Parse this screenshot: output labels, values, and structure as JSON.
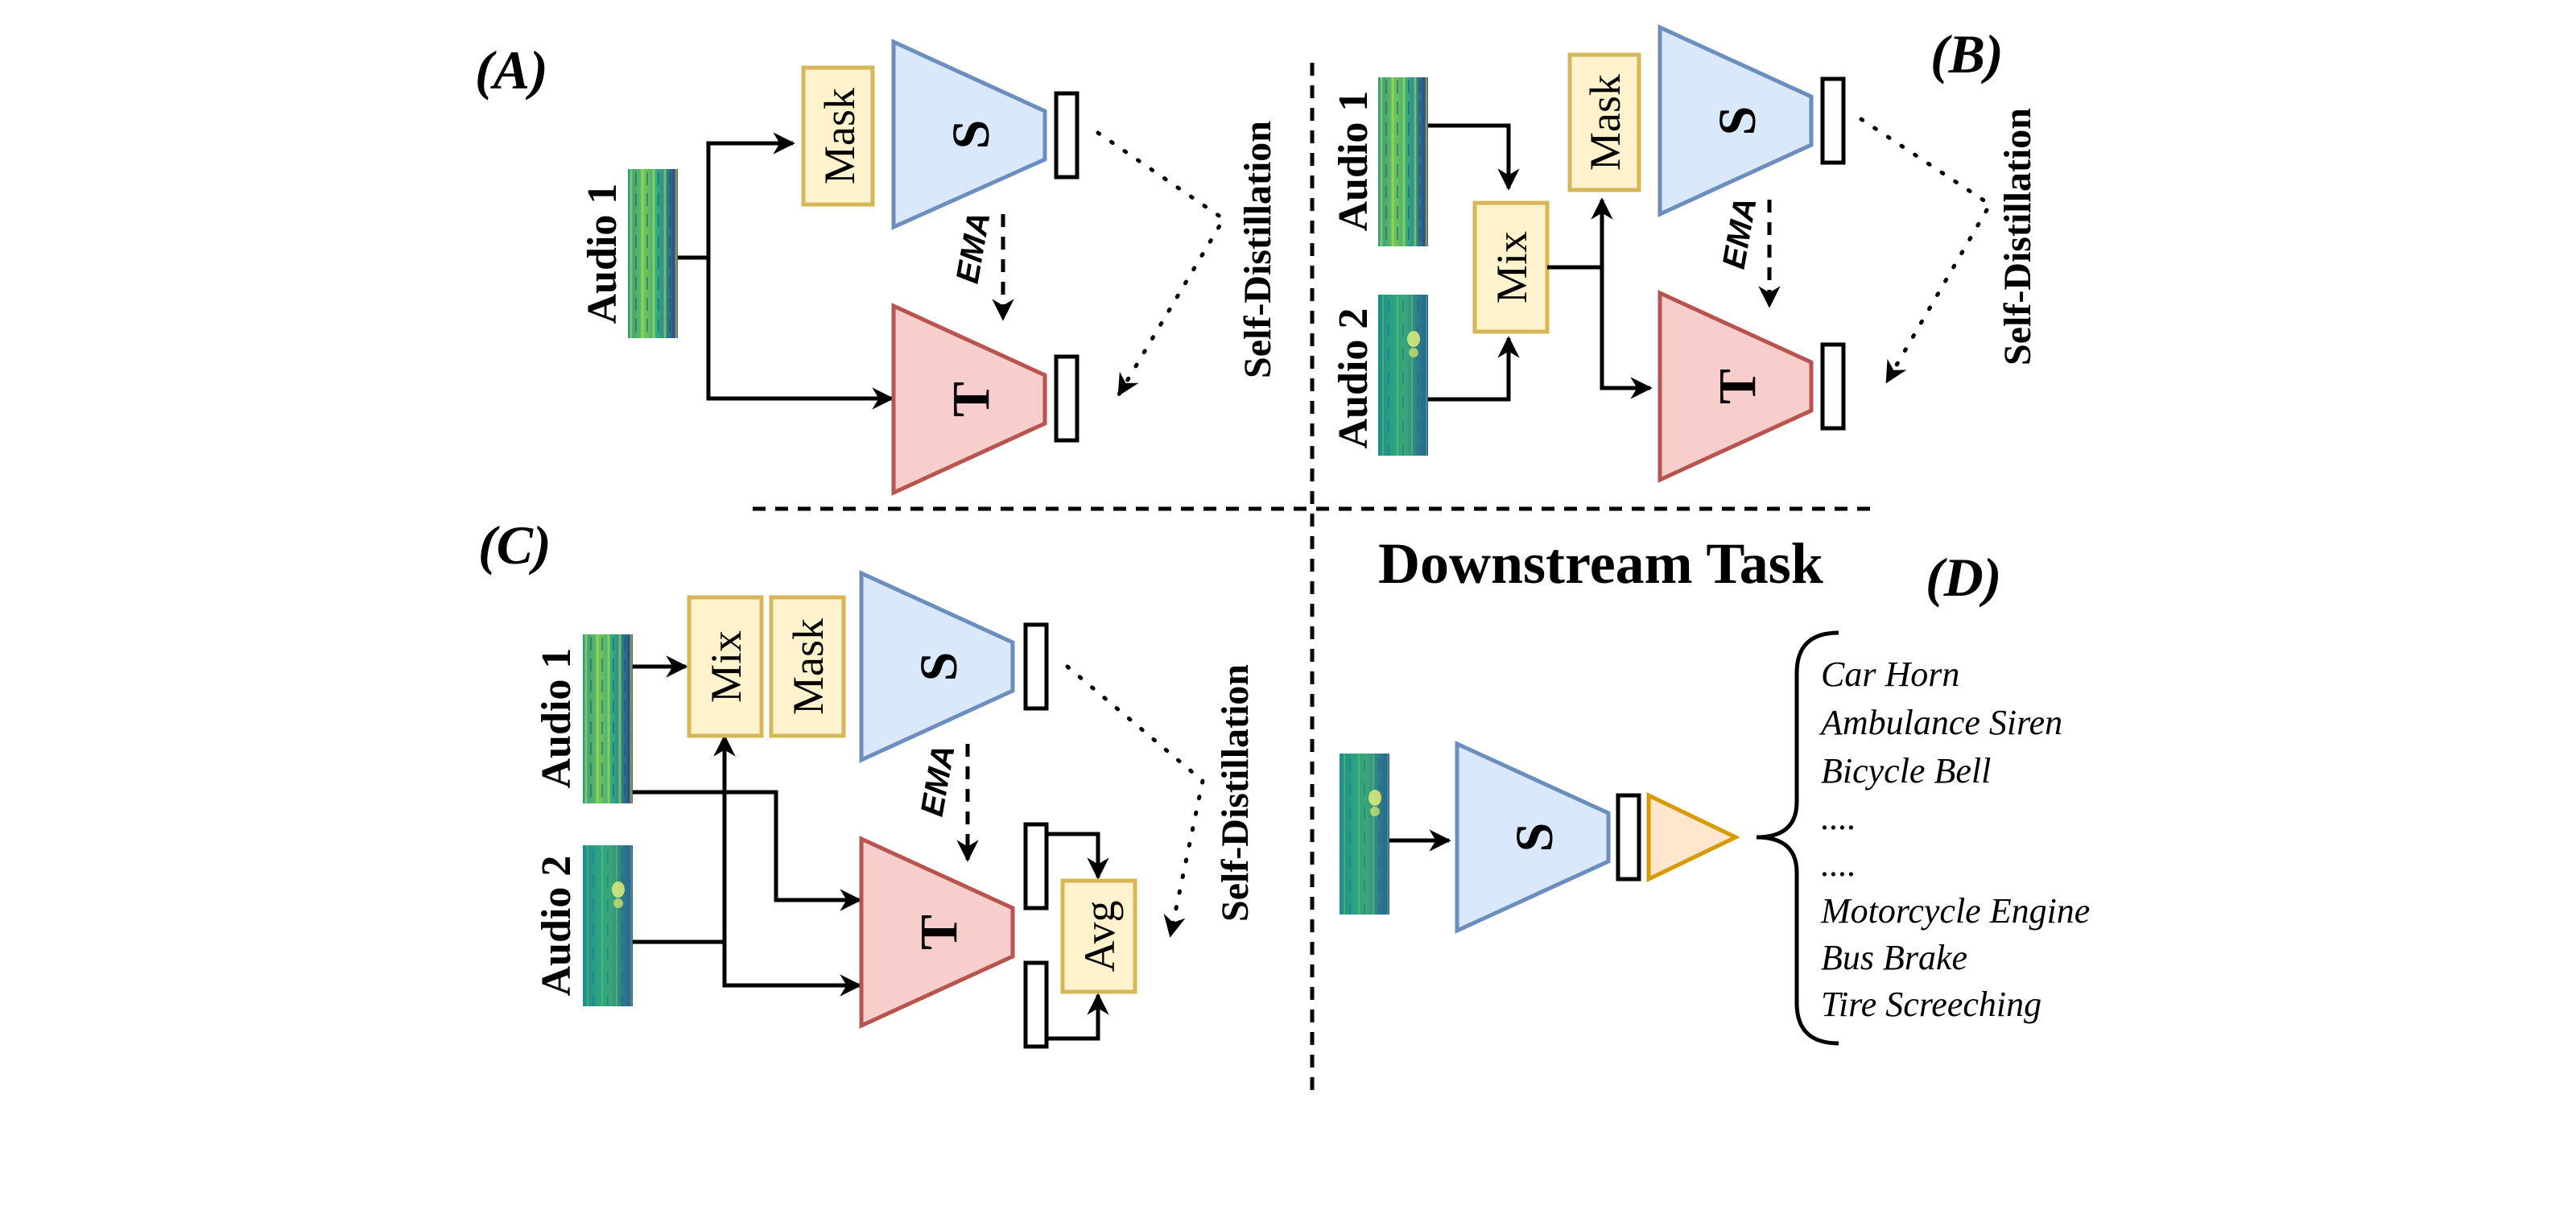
{
  "panels": {
    "a": "(A)",
    "b": "(B)",
    "c": "(C)",
    "d": "(D)"
  },
  "inputs": {
    "audio1": "Audio 1",
    "audio2": "Audio 2"
  },
  "networks": {
    "student": "S",
    "teacher": "T"
  },
  "ops": {
    "mask": "Mask",
    "mix": "Mix",
    "avg": "Avg"
  },
  "update_label": "EMA",
  "loss_label": "Self-Distillation",
  "downstream_title": "Downstream Task",
  "classes": [
    "Car Horn",
    "Ambulance Siren",
    "Bicycle Bell",
    "....",
    "....",
    "Motorcycle Engine",
    "Bus Brake",
    "Tire Screeching"
  ],
  "colors": {
    "student_fill": "#dae8fc",
    "student_stroke": "#6c8ebf",
    "teacher_fill": "#f8cecc",
    "teacher_stroke": "#b85450",
    "op_fill": "#fff2cc",
    "op_stroke": "#d6b656",
    "head_fill": "#ffe6cc",
    "head_stroke": "#d79b00"
  },
  "icons": {
    "spectrogram": "spectrogram-icon"
  }
}
